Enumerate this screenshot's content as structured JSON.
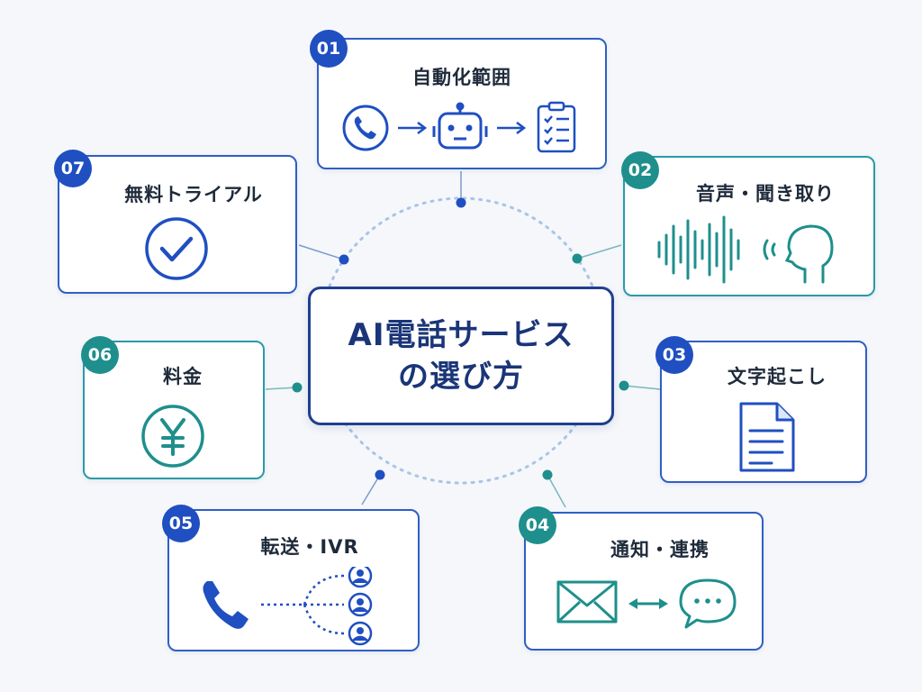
{
  "center": {
    "line1": "AI電話サービス",
    "line2": "の選び方"
  },
  "items": [
    {
      "num": "01",
      "title": "自動化範囲",
      "icons": [
        "phone-icon",
        "arrow-right-icon",
        "robot-icon",
        "arrow-right-icon",
        "checklist-icon"
      ]
    },
    {
      "num": "02",
      "title": "音声・聞き取り",
      "icons": [
        "sound-wave-icon",
        "speaking-head-icon"
      ]
    },
    {
      "num": "03",
      "title": "文字起こし",
      "icons": [
        "document-icon"
      ]
    },
    {
      "num": "04",
      "title": "通知・連携",
      "icons": [
        "envelope-icon",
        "double-arrow-icon",
        "chat-bubble-icon"
      ]
    },
    {
      "num": "05",
      "title": "転送・IVR",
      "icons": [
        "phone-icon",
        "branch-lines-icon",
        "user-icon",
        "user-icon",
        "user-icon"
      ]
    },
    {
      "num": "06",
      "title": "料金",
      "icons": [
        "yen-icon"
      ]
    },
    {
      "num": "07",
      "title": "無料トライアル",
      "icons": [
        "checkmark-circle-icon"
      ]
    }
  ],
  "colors": {
    "blue": "#1f4fc1",
    "teal": "#1e8f8c",
    "navy": "#1a3578"
  }
}
